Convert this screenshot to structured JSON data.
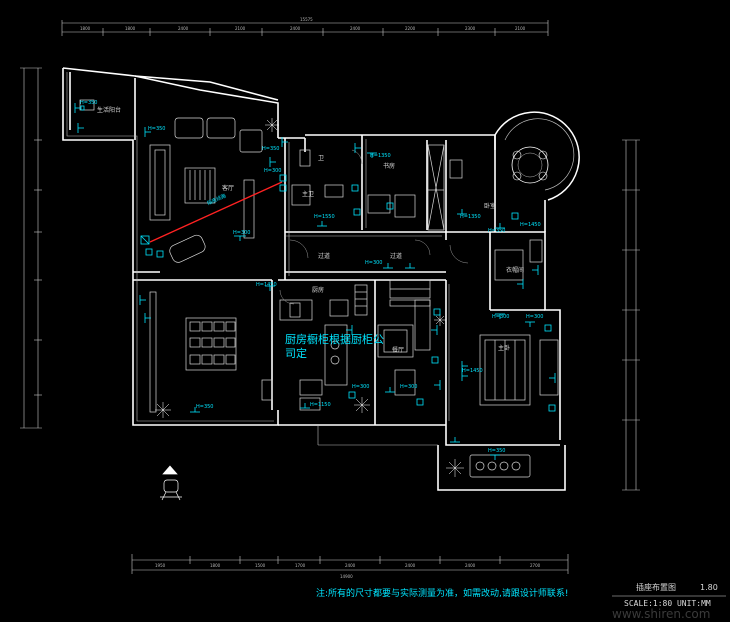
{
  "labels": {
    "living_room": "客厅",
    "dining_room": "餐厅",
    "kitchen": "厨房",
    "corridor": "过道",
    "balcony_top": "生活阳台",
    "bath": "卫",
    "master_bath": "主卫",
    "study": "书房",
    "bedroom": "卧室",
    "master_bed": "主卧",
    "cloak": "衣帽间",
    "kitchen_note_1": "厨房橱柜根据厨柜公",
    "kitchen_note_2": "司定",
    "socket_label": "插座线路"
  },
  "footer": {
    "note": "注:所有的尺寸都要与实际测量为准，如需改动,请跟设计师联系!",
    "drawing_title": "插座布置图",
    "page_no": "1.80",
    "scale": "SCALE:1:80  UNIT:MM"
  },
  "watermark": "www.shiren.com",
  "colors": {
    "background": "#000000",
    "wall": "#ffffff",
    "symbol": "#00e5ff",
    "accent": "#ff2222"
  }
}
